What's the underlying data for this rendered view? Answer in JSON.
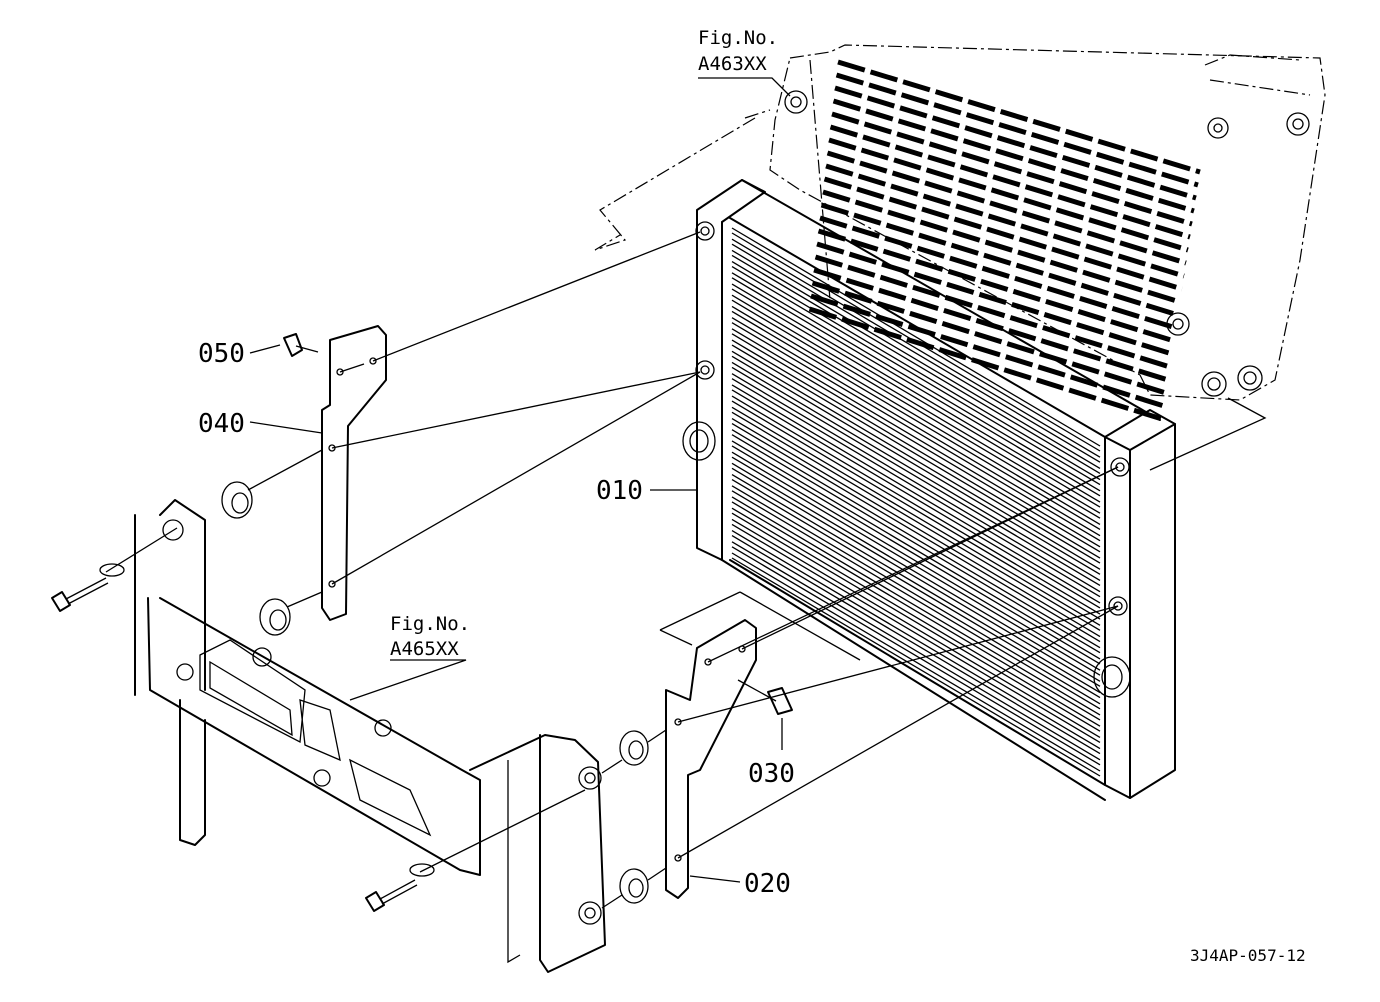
{
  "parts": [
    {
      "id": "p010",
      "label": "010",
      "part": "radiator core"
    },
    {
      "id": "p020",
      "label": "020",
      "part": "right bracket"
    },
    {
      "id": "p030",
      "label": "030",
      "part": "bolt"
    },
    {
      "id": "p040",
      "label": "040",
      "part": "left bracket"
    },
    {
      "id": "p050",
      "label": "050",
      "part": "bolt"
    }
  ],
  "figure_refs": [
    {
      "id": "fig-top",
      "line1": "Fig.No.",
      "line2": "A463XX"
    },
    {
      "id": "fig-mid",
      "line1": "Fig.No.",
      "line2": "A465XX"
    }
  ],
  "drawing_code": "3J4AP-057-12"
}
